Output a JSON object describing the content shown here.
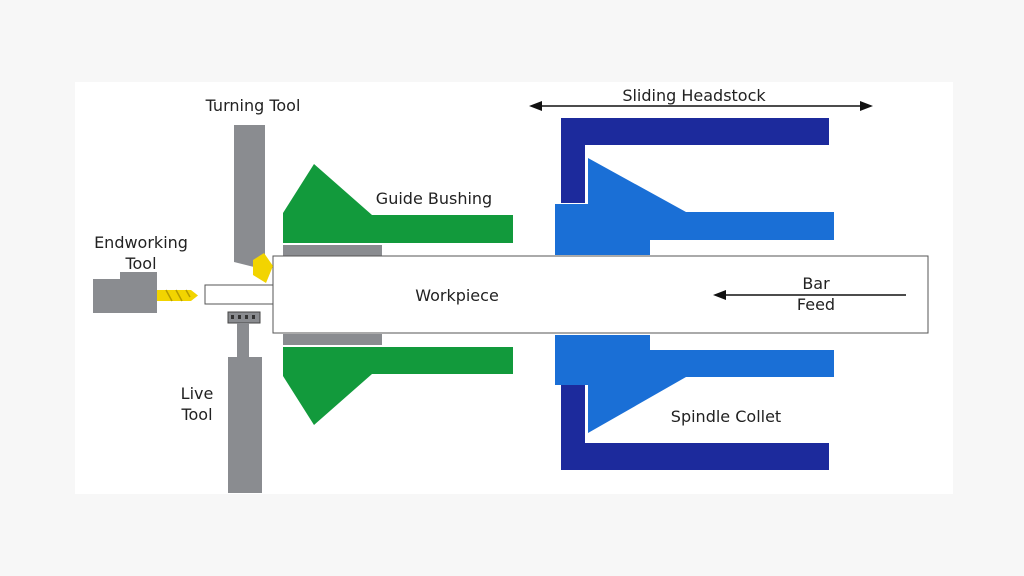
{
  "diagram": {
    "labels": {
      "turning_tool": "Turning Tool",
      "sliding_headstock": "Sliding Headstock",
      "guide_bushing": "Guide Bushing",
      "endworking_tool_line1": "Endworking",
      "endworking_tool_line2": "Tool",
      "workpiece": "Workpiece",
      "bar_feed_line1": "Bar",
      "bar_feed_line2": "Feed",
      "live_tool_line1": "Live",
      "live_tool_line2": "Tool",
      "spindle_collet": "Spindle Collet"
    },
    "colors": {
      "background_panel": "#ffffff",
      "page_background": "#f7f7f7",
      "tool_gray": "#8a8c90",
      "tool_outline": "#555555",
      "guide_bushing_green": "#129a3c",
      "collet_blue": "#1a6fd6",
      "headstock_navy": "#1c2a9c",
      "insert_yellow": "#f2d400",
      "workpiece_fill": "#ffffff",
      "text": "#222222"
    }
  }
}
